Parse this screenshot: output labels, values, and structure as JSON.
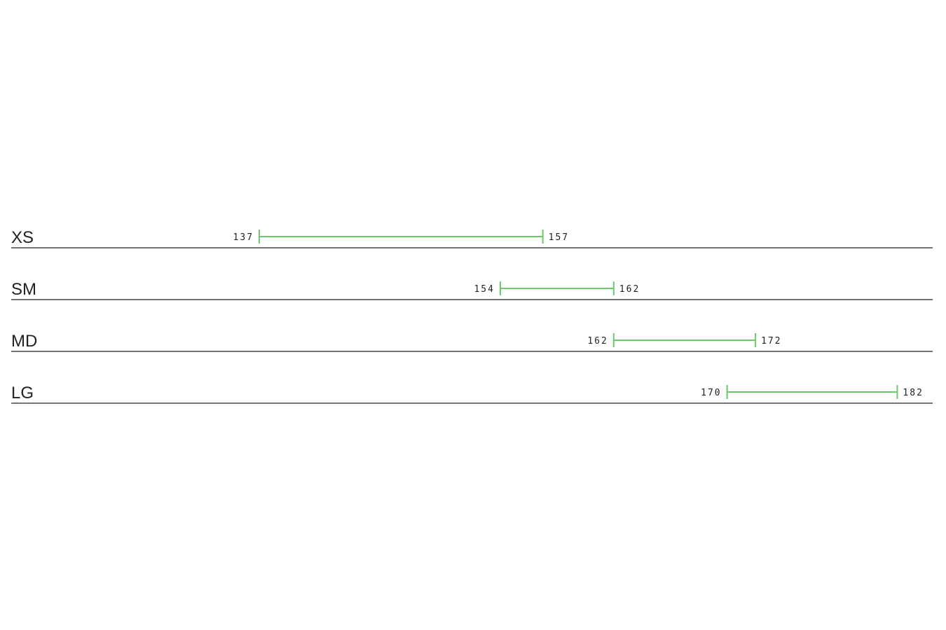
{
  "chart_data": {
    "type": "range",
    "title": "",
    "xlabel": "",
    "ylabel": "",
    "xlim": [
      119.5,
      184.5
    ],
    "grid": false,
    "color": "#6cc96c",
    "categories": [
      "XS",
      "SM",
      "MD",
      "LG"
    ],
    "ranges": [
      {
        "label": "XS",
        "min": 137,
        "max": 157
      },
      {
        "label": "SM",
        "min": 154,
        "max": 162
      },
      {
        "label": "MD",
        "min": 162,
        "max": 172
      },
      {
        "label": "LG",
        "min": 170,
        "max": 182
      }
    ]
  }
}
